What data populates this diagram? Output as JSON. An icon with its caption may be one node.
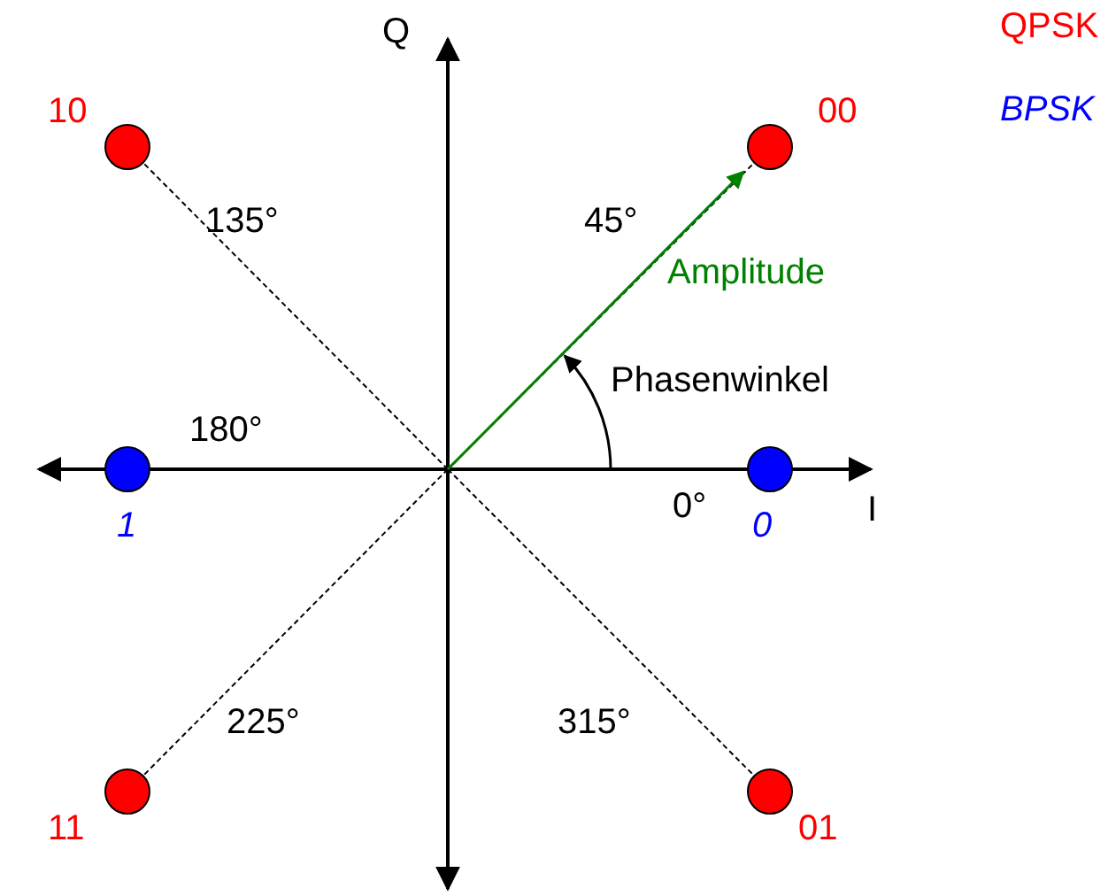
{
  "diagram": {
    "nodes": [
      {
        "text": [],
        "shape": "circle",
        "beside": [
          "10",
          "135°"
        ]
      },
      {
        "text": [],
        "shape": "circle",
        "beside": [
          "00",
          "45°"
        ]
      },
      {
        "text": [],
        "shape": "circle",
        "beside": [
          "1",
          "180°"
        ]
      },
      {
        "text": [],
        "shape": "circle",
        "beside": [
          "0",
          "0°"
        ]
      },
      {
        "text": [],
        "shape": "circle",
        "beside": [
          "11",
          "225°"
        ]
      },
      {
        "text": [],
        "shape": "circle",
        "beside": [
          "01",
          "315°"
        ]
      }
    ],
    "edges": [
      {
        "from": null,
        "to": 0,
        "arrow": "none",
        "style": "dashed"
      },
      {
        "from": null,
        "to": 1,
        "arrow": "none",
        "style": "dashed"
      },
      {
        "from": null,
        "to": 4,
        "arrow": "none",
        "style": "dashed"
      },
      {
        "from": null,
        "to": 5,
        "arrow": "none",
        "style": "dashed"
      }
    ],
    "labels": [
      "Q",
      "Amplitude",
      "Phasenwinkel",
      "I"
    ],
    "legend": [
      {
        "text": "QPSK",
        "color": "#ff0000"
      },
      {
        "text": "BPSK",
        "color": "#0000ff"
      }
    ]
  }
}
